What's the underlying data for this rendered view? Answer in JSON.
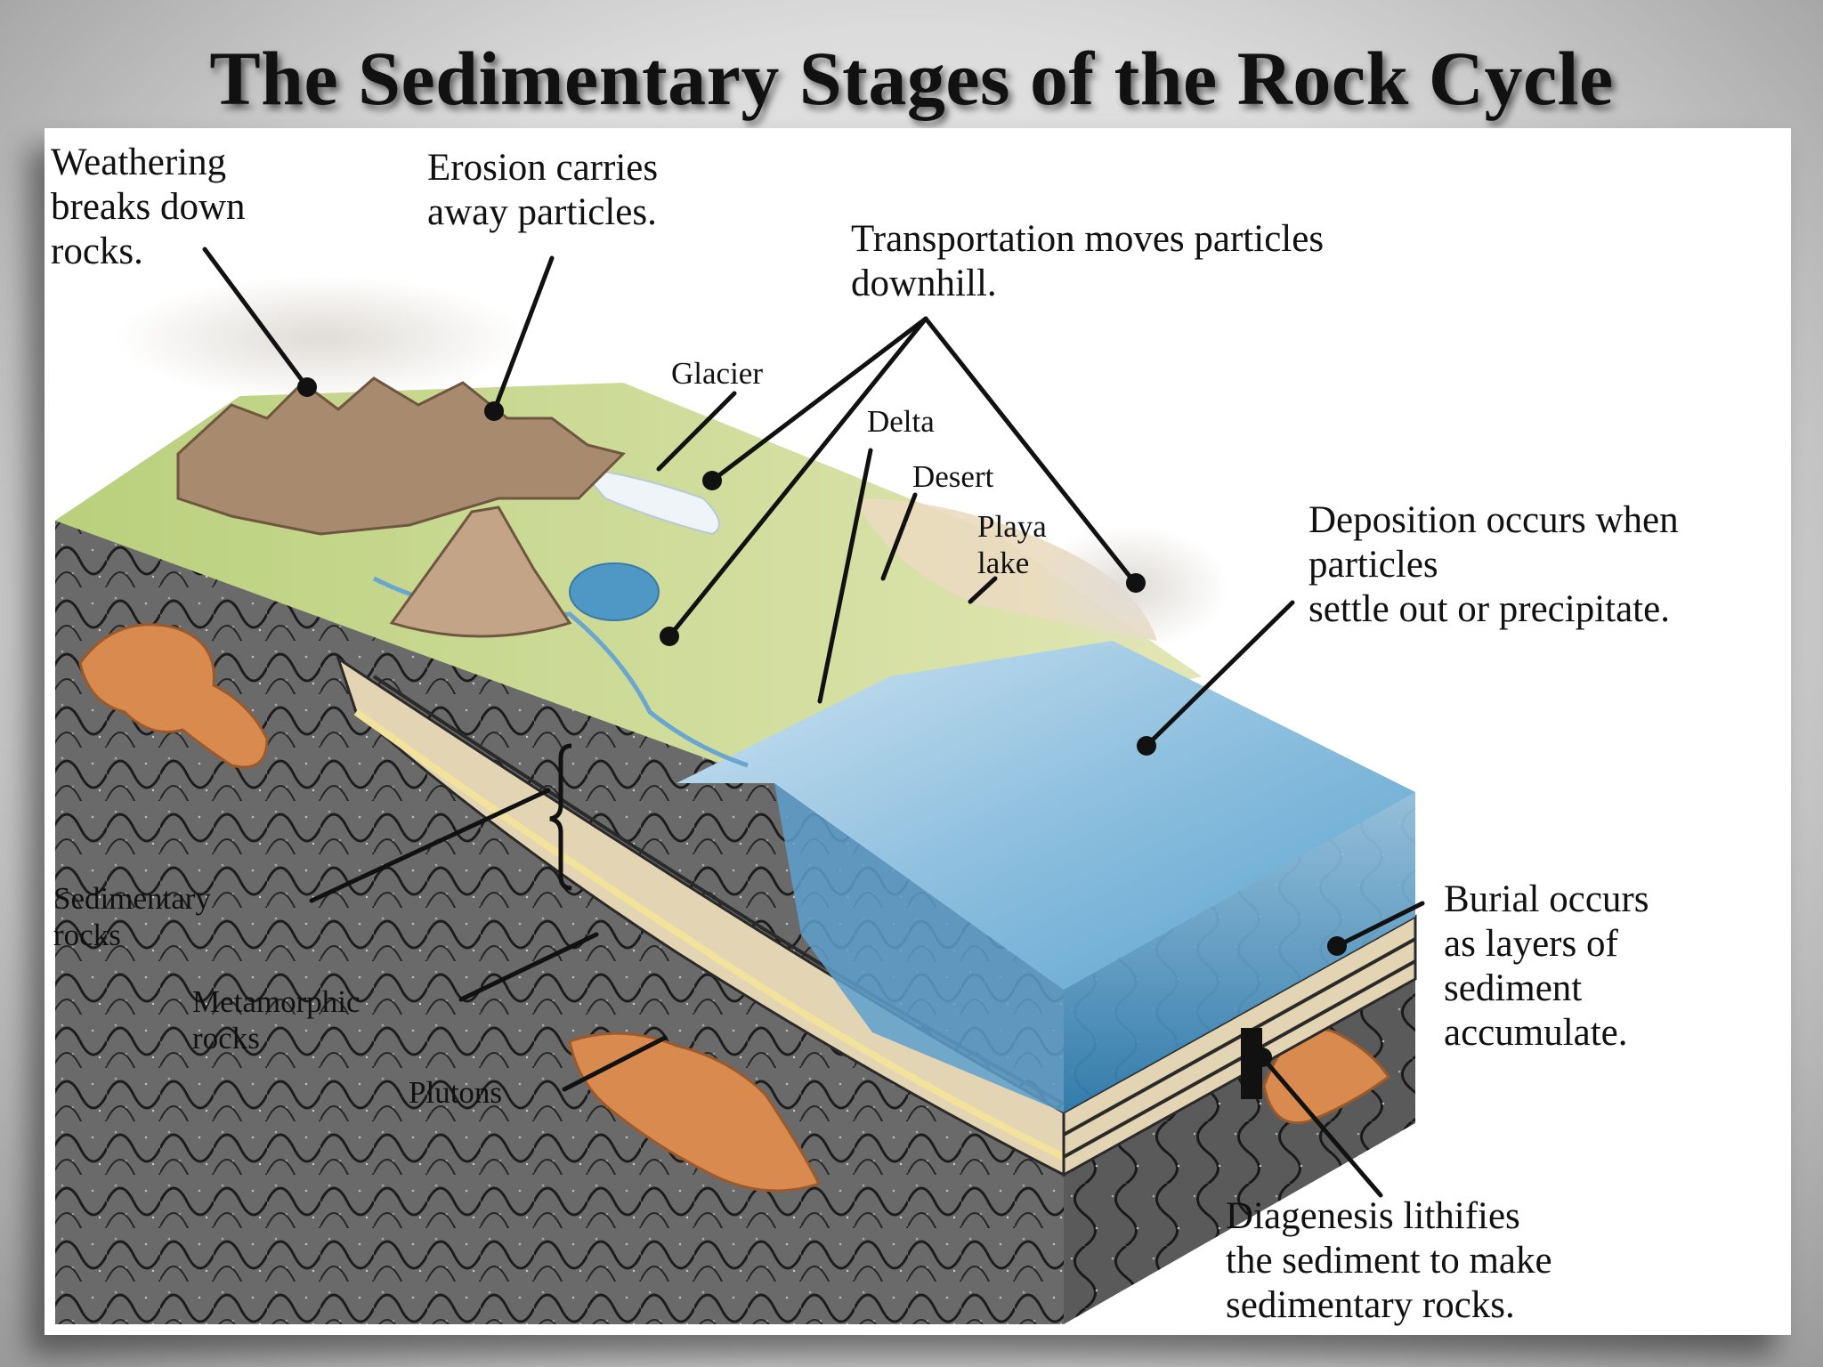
{
  "title": "The Sedimentary Stages of the Rock Cycle",
  "labels": {
    "weathering": [
      "Weathering",
      "breaks down",
      "rocks."
    ],
    "erosion": [
      "Erosion carries",
      "away particles."
    ],
    "transportation": [
      "Transportation moves particles",
      "downhill."
    ],
    "glacier": [
      "Glacier"
    ],
    "delta": [
      "Delta"
    ],
    "desert": [
      "Desert"
    ],
    "playa_lake": [
      "Playa",
      "lake"
    ],
    "deposition": [
      "Deposition occurs when",
      "particles",
      "settle out or precipitate."
    ],
    "sedimentary_rocks": [
      "Sedimentary",
      "rocks"
    ],
    "metamorphic_rocks": [
      "Metamorphic",
      "rocks"
    ],
    "plutons": [
      "Plutons"
    ],
    "burial": [
      "Burial occurs",
      "as layers of",
      "sediment",
      "accumulate."
    ],
    "diagenesis": [
      "Diagenesis lithifies",
      "the sediment to make",
      "sedimentary rocks."
    ]
  },
  "colors": {
    "metamorphic_rock": "#5f5f60",
    "pluton": "#d98a4f",
    "sediment_layer": "#dcc9a8",
    "land": "#c9dc8f",
    "water": "#4f97c4",
    "mountain": "#a88a6e"
  }
}
